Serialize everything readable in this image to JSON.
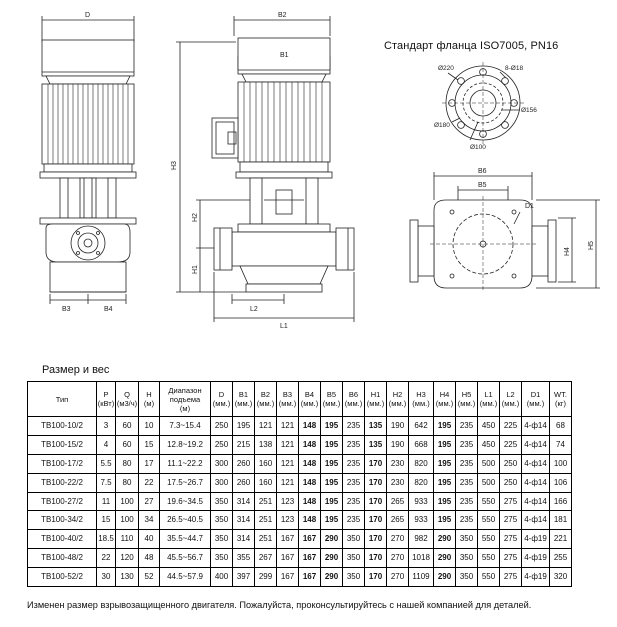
{
  "drawing": {
    "labels": {
      "D": "D",
      "B2": "B2",
      "B1": "B1",
      "B3": "B3",
      "B4": "B4",
      "H1": "H1",
      "H2": "H2",
      "H3": "H3",
      "L1": "L1",
      "L2": "L2",
      "B5": "B5",
      "B6": "B6",
      "D1": "D1",
      "H4": "H4",
      "H5": "H5"
    },
    "flange": {
      "title": "Стандарт фланца ISO7005, PN16",
      "d220": "Ø220",
      "holes": "8-Ø18",
      "d156": "Ø156",
      "d180": "Ø180",
      "d100": "Ø100"
    }
  },
  "table_title": "Размер и вес",
  "table": {
    "headers": [
      {
        "name": "Тип",
        "unit": ""
      },
      {
        "name": "P",
        "unit": "(кВт)"
      },
      {
        "name": "Q",
        "unit": "(м3/ч)"
      },
      {
        "name": "H",
        "unit": "(м)"
      },
      {
        "name": "Диапазон подъема",
        "unit": "(м)"
      },
      {
        "name": "D",
        "unit": "(мм.)"
      },
      {
        "name": "B1",
        "unit": "(мм.)"
      },
      {
        "name": "B2",
        "unit": "(мм.)"
      },
      {
        "name": "B3",
        "unit": "(мм.)"
      },
      {
        "name": "B4",
        "unit": "(мм.)"
      },
      {
        "name": "B5",
        "unit": "(мм.)"
      },
      {
        "name": "B6",
        "unit": "(мм.)"
      },
      {
        "name": "H1",
        "unit": "(мм.)"
      },
      {
        "name": "H2",
        "unit": "(мм.)"
      },
      {
        "name": "H3",
        "unit": "(мм.)"
      },
      {
        "name": "H4",
        "unit": "(мм.)"
      },
      {
        "name": "H5",
        "unit": "(мм.)"
      },
      {
        "name": "L1",
        "unit": "(мм.)"
      },
      {
        "name": "L2",
        "unit": "(мм.)"
      },
      {
        "name": "D1",
        "unit": "(мм.)"
      },
      {
        "name": "WT.",
        "unit": "(кг)"
      }
    ],
    "rows": [
      [
        "TB100-10/2",
        "3",
        "60",
        "10",
        "7.3~15.4",
        "250",
        "195",
        "121",
        "121",
        "148",
        "195",
        "235",
        "135",
        "190",
        "642",
        "195",
        "235",
        "450",
        "225",
        "4-ф14",
        "68"
      ],
      [
        "TB100-15/2",
        "4",
        "60",
        "15",
        "12.8~19.2",
        "250",
        "215",
        "138",
        "121",
        "148",
        "195",
        "235",
        "135",
        "190",
        "668",
        "195",
        "235",
        "450",
        "225",
        "4-ф14",
        "74"
      ],
      [
        "TB100-17/2",
        "5.5",
        "80",
        "17",
        "11.1~22.2",
        "300",
        "260",
        "160",
        "121",
        "148",
        "195",
        "235",
        "170",
        "230",
        "820",
        "195",
        "235",
        "500",
        "250",
        "4-ф14",
        "100"
      ],
      [
        "TB100-22/2",
        "7.5",
        "80",
        "22",
        "17.5~26.7",
        "300",
        "260",
        "160",
        "121",
        "148",
        "195",
        "235",
        "170",
        "230",
        "820",
        "195",
        "235",
        "500",
        "250",
        "4-ф14",
        "106"
      ],
      [
        "TB100-27/2",
        "11",
        "100",
        "27",
        "19.6~34.5",
        "350",
        "314",
        "251",
        "123",
        "148",
        "195",
        "235",
        "170",
        "265",
        "933",
        "195",
        "235",
        "550",
        "275",
        "4-ф14",
        "166"
      ],
      [
        "TB100-34/2",
        "15",
        "100",
        "34",
        "26.5~40.5",
        "350",
        "314",
        "251",
        "123",
        "148",
        "195",
        "235",
        "170",
        "265",
        "933",
        "195",
        "235",
        "550",
        "275",
        "4-ф14",
        "181"
      ],
      [
        "TB100-40/2",
        "18.5",
        "110",
        "40",
        "35.5~44.7",
        "350",
        "314",
        "251",
        "167",
        "167",
        "290",
        "350",
        "170",
        "270",
        "982",
        "290",
        "350",
        "550",
        "275",
        "4-ф19",
        "221"
      ],
      [
        "TB100-48/2",
        "22",
        "120",
        "48",
        "45.5~56.7",
        "350",
        "355",
        "267",
        "167",
        "167",
        "290",
        "350",
        "170",
        "270",
        "1018",
        "290",
        "350",
        "550",
        "275",
        "4-ф19",
        "255"
      ],
      [
        "TB100-52/2",
        "30",
        "130",
        "52",
        "44.5~57.9",
        "400",
        "397",
        "299",
        "167",
        "167",
        "290",
        "350",
        "170",
        "270",
        "1109",
        "290",
        "350",
        "550",
        "275",
        "4-ф19",
        "320"
      ]
    ]
  },
  "footnote": "Изменен размер взрывозащищенного двигателя. Пожалуйста, проконсультируйтесь с нашей компанией для деталей."
}
